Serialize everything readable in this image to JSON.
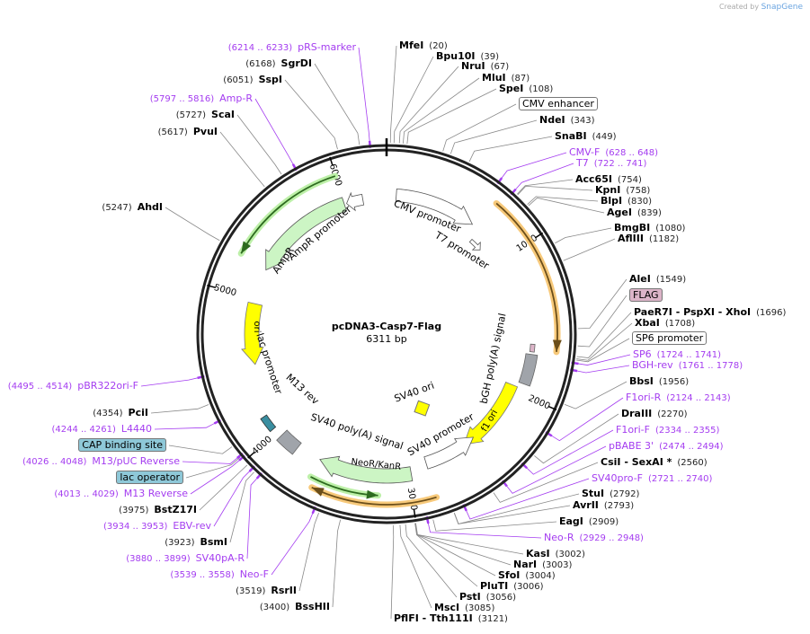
{
  "credit": {
    "prefix": "Created by",
    "brand": "SnapGene"
  },
  "plasmid": {
    "name": "pcDNA3-Casp7-Flag",
    "length": "6311 bp"
  },
  "ticks": [
    "1000",
    "2000",
    "3000",
    "4000",
    "5000",
    "6000"
  ],
  "colors": {
    "primer": "#a43cf0",
    "ampr": "#ccf5c4",
    "ori": "#ffff00",
    "orange": "#f7c97a",
    "gray": "#a0a4aa",
    "box_blue": "#8ec8d8",
    "box_pink": "#dcb4c8"
  },
  "features": {
    "cmv_promoter": "CMV promoter",
    "t7_promoter": "T7 promoter",
    "bgh": "bGH poly(A) signal",
    "f1ori": "f1 ori",
    "sv40_promoter": "SV40 promoter",
    "sv40_ori": "SV40 ori",
    "neor": "NeoR/KanR",
    "sv40pa": "SV40 poly(A) signal",
    "m13rev": "M13 rev",
    "lac_promoter": "lac promoter",
    "ori": "ori",
    "ampr": "AmpR",
    "ampr_promoter": "AmpR promoter"
  },
  "labels": [
    {
      "name": "MfeI",
      "pos": "(20)",
      "kind": "enzyme"
    },
    {
      "name": "Bpu10I",
      "pos": "(39)",
      "kind": "enzyme"
    },
    {
      "name": "NruI",
      "pos": "(67)",
      "kind": "enzyme"
    },
    {
      "name": "MluI",
      "pos": "(87)",
      "kind": "enzyme"
    },
    {
      "name": "SpeI",
      "pos": "(108)",
      "kind": "enzyme"
    },
    {
      "name": "CMV enhancer",
      "pos": "",
      "kind": "box",
      "color": "#ffffff"
    },
    {
      "name": "NdeI",
      "pos": "(343)",
      "kind": "enzyme"
    },
    {
      "name": "SnaBI",
      "pos": "(449)",
      "kind": "enzyme"
    },
    {
      "name": "CMV-F",
      "pos": "(628 .. 648)",
      "kind": "primer"
    },
    {
      "name": "T7",
      "pos": "(722 .. 741)",
      "kind": "primer"
    },
    {
      "name": "Acc65I",
      "pos": "(754)",
      "kind": "enzyme"
    },
    {
      "name": "KpnI",
      "pos": "(758)",
      "kind": "enzyme"
    },
    {
      "name": "BlpI",
      "pos": "(830)",
      "kind": "enzyme"
    },
    {
      "name": "AgeI",
      "pos": "(839)",
      "kind": "enzyme"
    },
    {
      "name": "BmgBI",
      "pos": "(1080)",
      "kind": "enzyme"
    },
    {
      "name": "AflIII",
      "pos": "(1182)",
      "kind": "enzyme"
    },
    {
      "name": "AleI",
      "pos": "(1549)",
      "kind": "enzyme"
    },
    {
      "name": "FLAG",
      "pos": "",
      "kind": "box",
      "color": "#dcb4c8"
    },
    {
      "name": "PaeR7I   - PspXI   - XhoI",
      "pos": "(1696)",
      "kind": "enzyme"
    },
    {
      "name": "XbaI",
      "pos": "(1708)",
      "kind": "enzyme"
    },
    {
      "name": "SP6 promoter",
      "pos": "",
      "kind": "box",
      "color": "#ffffff"
    },
    {
      "name": "SP6",
      "pos": "(1724 .. 1741)",
      "kind": "primer"
    },
    {
      "name": "BGH-rev",
      "pos": "(1761 .. 1778)",
      "kind": "primer"
    },
    {
      "name": "BbsI",
      "pos": "(1956)",
      "kind": "enzyme"
    },
    {
      "name": "F1ori-R",
      "pos": "(2124 .. 2143)",
      "kind": "primer"
    },
    {
      "name": "DraIII",
      "pos": "(2270)",
      "kind": "enzyme"
    },
    {
      "name": "F1ori-F",
      "pos": "(2334 .. 2355)",
      "kind": "primer"
    },
    {
      "name": "pBABE 3'",
      "pos": "(2474 .. 2494)",
      "kind": "primer"
    },
    {
      "name": "CsiI   - SexAI *",
      "pos": "(2560)",
      "kind": "enzyme"
    },
    {
      "name": "SV40pro-F",
      "pos": "(2721 .. 2740)",
      "kind": "primer"
    },
    {
      "name": "StuI",
      "pos": "(2792)",
      "kind": "enzyme"
    },
    {
      "name": "AvrII",
      "pos": "(2793)",
      "kind": "enzyme"
    },
    {
      "name": "EagI",
      "pos": "(2909)",
      "kind": "enzyme"
    },
    {
      "name": "Neo-R",
      "pos": "(2929 .. 2948)",
      "kind": "primer"
    },
    {
      "name": "KasI",
      "pos": "(3002)",
      "kind": "enzyme"
    },
    {
      "name": "NarI",
      "pos": "(3003)",
      "kind": "enzyme"
    },
    {
      "name": "SfoI",
      "pos": "(3004)",
      "kind": "enzyme"
    },
    {
      "name": "PluTI",
      "pos": "(3006)",
      "kind": "enzyme"
    },
    {
      "name": "PstI",
      "pos": "(3056)",
      "kind": "enzyme"
    },
    {
      "name": "MscI",
      "pos": "(3085)",
      "kind": "enzyme"
    },
    {
      "name": "PflFI   - Tth111I",
      "pos": "(3121)",
      "kind": "enzyme"
    },
    {
      "name": "BssHII",
      "pos": "(3400)",
      "kind": "enzyme"
    },
    {
      "name": "RsrII",
      "pos": "(3519)",
      "kind": "enzyme"
    },
    {
      "name": "Neo-F",
      "pos": "(3539 .. 3558)",
      "kind": "primer"
    },
    {
      "name": "SV40pA-R",
      "pos": "(3880 .. 3899)",
      "kind": "primer"
    },
    {
      "name": "BsmI",
      "pos": "(3923)",
      "kind": "enzyme"
    },
    {
      "name": "EBV-rev",
      "pos": "(3934 .. 3953)",
      "kind": "primer"
    },
    {
      "name": "BstZ17I",
      "pos": "(3975)",
      "kind": "enzyme"
    },
    {
      "name": "M13 Reverse",
      "pos": "(4013 .. 4029)",
      "kind": "primer"
    },
    {
      "name": "lac operator",
      "pos": "",
      "kind": "box",
      "color": "#8ec8d8"
    },
    {
      "name": "M13/pUC Reverse",
      "pos": "(4026 .. 4048)",
      "kind": "primer"
    },
    {
      "name": "CAP binding site",
      "pos": "",
      "kind": "box",
      "color": "#8ec8d8"
    },
    {
      "name": "L4440",
      "pos": "(4244 .. 4261)",
      "kind": "primer"
    },
    {
      "name": "PciI",
      "pos": "(4354)",
      "kind": "enzyme"
    },
    {
      "name": "pBR322ori-F",
      "pos": "(4495 .. 4514)",
      "kind": "primer"
    },
    {
      "name": "AhdI",
      "pos": "(5247)",
      "kind": "enzyme"
    },
    {
      "name": "PvuI",
      "pos": "(5617)",
      "kind": "enzyme"
    },
    {
      "name": "ScaI",
      "pos": "(5727)",
      "kind": "enzyme"
    },
    {
      "name": "Amp-R",
      "pos": "(5797 .. 5816)",
      "kind": "primer"
    },
    {
      "name": "SspI",
      "pos": "(6051)",
      "kind": "enzyme"
    },
    {
      "name": "SgrDI",
      "pos": "(6168)",
      "kind": "enzyme"
    },
    {
      "name": "pRS-marker",
      "pos": "(6214 .. 6233)",
      "kind": "primer"
    }
  ]
}
